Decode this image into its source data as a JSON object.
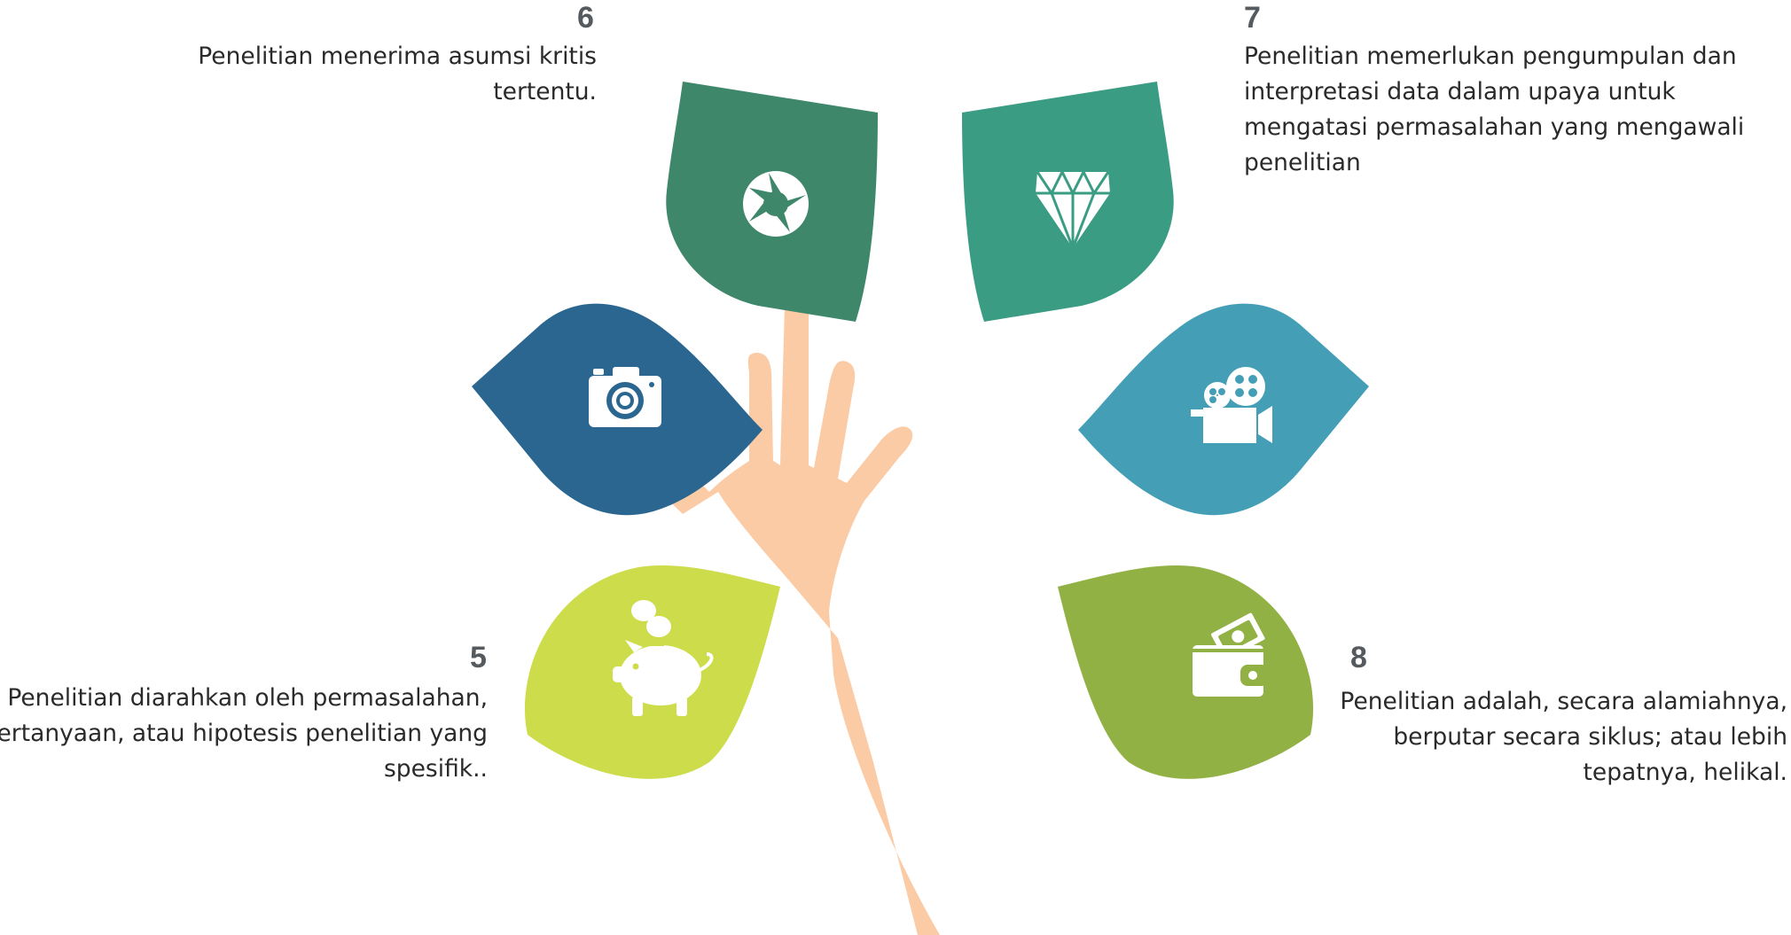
{
  "items": [
    {
      "number": "5",
      "lines": [
        "Penelitian diarahkan oleh permasalahan,",
        "pertanyaan, atau hipotesis penelitian yang",
        "spesifik.."
      ],
      "icon": "piggy-bank-icon",
      "color": "#cddc4a"
    },
    {
      "number": "6",
      "lines": [
        "Penelitian menerima asumsi kritis",
        "tertentu."
      ],
      "icon": "aperture-icon",
      "color": "#3e876b"
    },
    {
      "number": "7",
      "lines": [
        "Penelitian memerlukan pengumpulan dan",
        "interpretasi data dalam upaya untuk",
        "mengatasi permasalahan yang mengawali",
        "penelitian"
      ],
      "icon": "diamond-icon",
      "color": "#3b9c84"
    },
    {
      "number": "8",
      "lines": [
        "Penelitian adalah, secara alamiahnya,",
        "berputar secara siklus; atau lebih",
        "tepatnya, helikal."
      ],
      "icon": "wallet-icon",
      "color": "#92b144"
    }
  ],
  "extra_petals": [
    {
      "icon": "camera-icon",
      "color": "#2a6690"
    },
    {
      "icon": "film-camera-icon",
      "color": "#449fb6"
    }
  ],
  "hand_color": "#fbcba6"
}
